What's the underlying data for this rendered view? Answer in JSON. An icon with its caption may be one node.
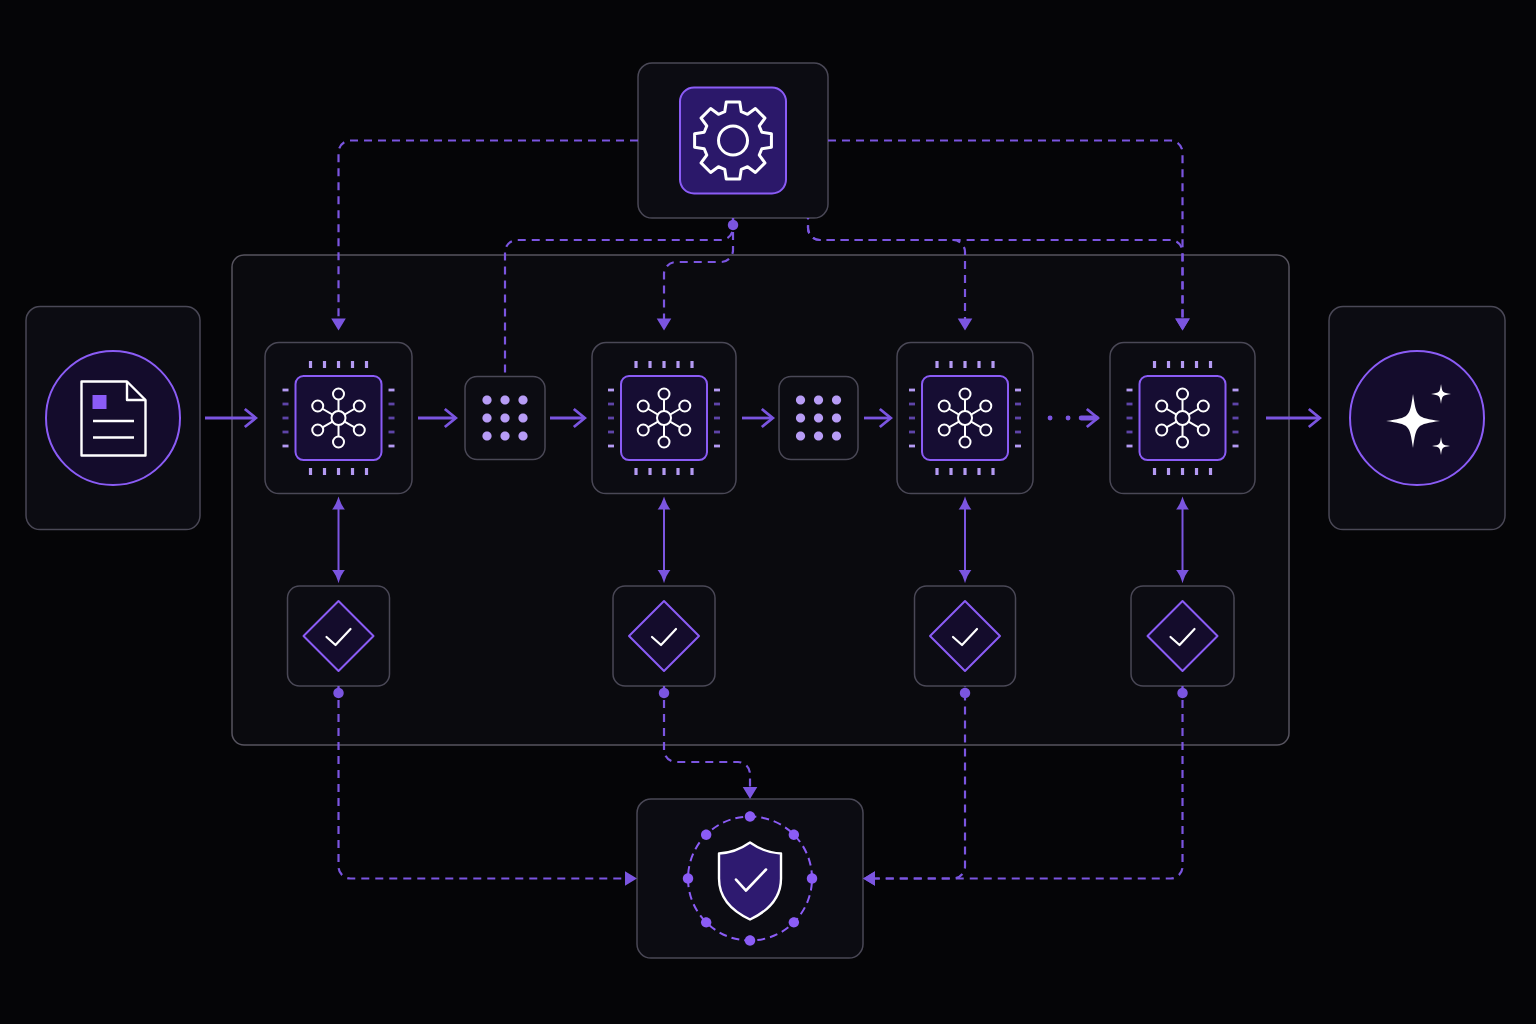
{
  "diagram": {
    "nodes": [
      {
        "text": [],
        "shape": "box"
      },
      {
        "text": [],
        "shape": "box"
      },
      {
        "text": [],
        "shape": "box"
      },
      {
        "text": [],
        "shape": "box",
        "in": 1
      },
      {
        "text": [],
        "shape": "box",
        "in": 1
      },
      {
        "text": [],
        "shape": "box",
        "in": 1
      },
      {
        "text": [],
        "shape": "box",
        "in": 1
      },
      {
        "text": [],
        "shape": "box",
        "in": 1
      },
      {
        "text": [],
        "shape": "box",
        "in": 1
      },
      {
        "text": [],
        "shape": "box"
      },
      {
        "text": [],
        "shape": "box",
        "in": 1
      },
      {
        "text": [],
        "shape": "box",
        "in": 1
      },
      {
        "text": [],
        "shape": "box",
        "in": 1
      },
      {
        "text": [],
        "shape": "box",
        "in": 1
      },
      {
        "text": [],
        "shape": "box"
      }
    ],
    "edges": [
      {
        "from": 2,
        "to": 3,
        "arrow": "to"
      },
      {
        "from": 3,
        "to": 4,
        "arrow": "to"
      },
      {
        "from": 4,
        "to": 5,
        "arrow": "to"
      },
      {
        "from": 5,
        "to": 6,
        "arrow": "to"
      },
      {
        "from": 6,
        "to": 7,
        "arrow": "to"
      },
      {
        "from": 7,
        "to": 8,
        "arrow": "to",
        "style": "dashed"
      },
      {
        "from": 8,
        "to": 9,
        "arrow": "to"
      },
      {
        "from": 0,
        "to": 3,
        "arrow": "to",
        "style": "dashed"
      },
      {
        "from": 0,
        "to": 8,
        "arrow": "to",
        "style": "dashed"
      },
      {
        "from": 0,
        "to": 4,
        "arrow": "none",
        "style": "dashed"
      },
      {
        "from": 0,
        "to": 5,
        "arrow": "to",
        "style": "dashed"
      },
      {
        "from": 0,
        "to": 7,
        "arrow": "to",
        "style": "dashed"
      },
      {
        "from": 0,
        "to": 8,
        "arrow": "to",
        "style": "dashed"
      },
      {
        "from": 3,
        "to": 10,
        "arrow": "both"
      },
      {
        "from": 5,
        "to": 11,
        "arrow": "both"
      },
      {
        "from": 7,
        "to": 12,
        "arrow": "both"
      },
      {
        "from": 8,
        "to": 13,
        "arrow": "both"
      },
      {
        "from": 10,
        "to": 14,
        "arrow": "to",
        "style": "dashed"
      },
      {
        "from": 11,
        "to": 14,
        "arrow": "to",
        "style": "dashed"
      },
      {
        "from": 12,
        "to": 14,
        "arrow": "to",
        "style": "dashed"
      },
      {
        "from": 13,
        "to": 14,
        "arrow": "to",
        "style": "dashed"
      }
    ]
  }
}
